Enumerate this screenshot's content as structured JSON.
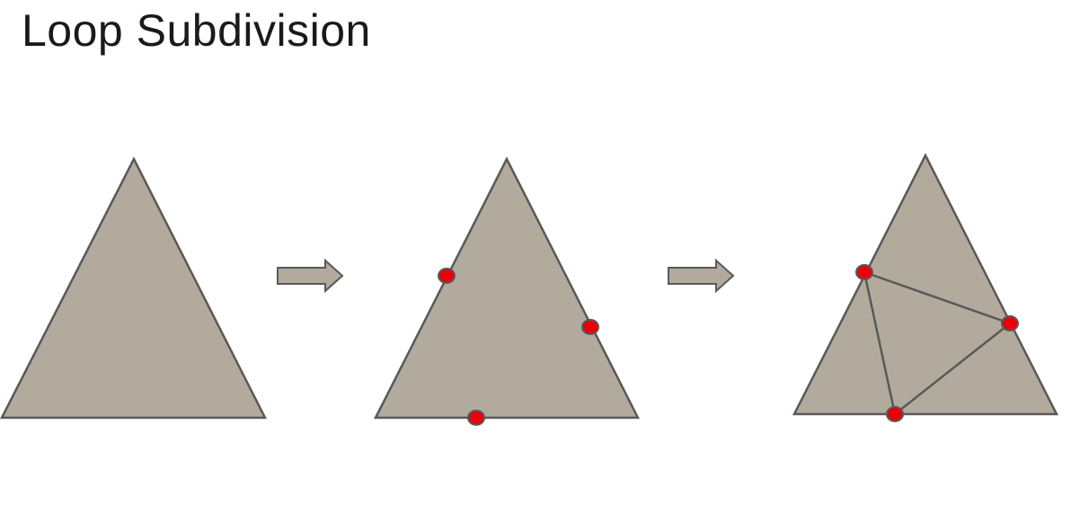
{
  "slide": {
    "title": "Loop Subdivision"
  },
  "colors": {
    "triangle_fill": "#b3aa9e",
    "outline": "#595959",
    "vertex_fill": "#e8000b",
    "arrow_fill": "#b3aa9e"
  },
  "steps": [
    {
      "name": "original-triangle",
      "new_vertices": 0,
      "sub_triangles": 1
    },
    {
      "name": "edge-midpoints-added",
      "new_vertices": 3,
      "sub_triangles": 1
    },
    {
      "name": "subdivided-triangle",
      "new_vertices": 3,
      "sub_triangles": 4
    }
  ]
}
